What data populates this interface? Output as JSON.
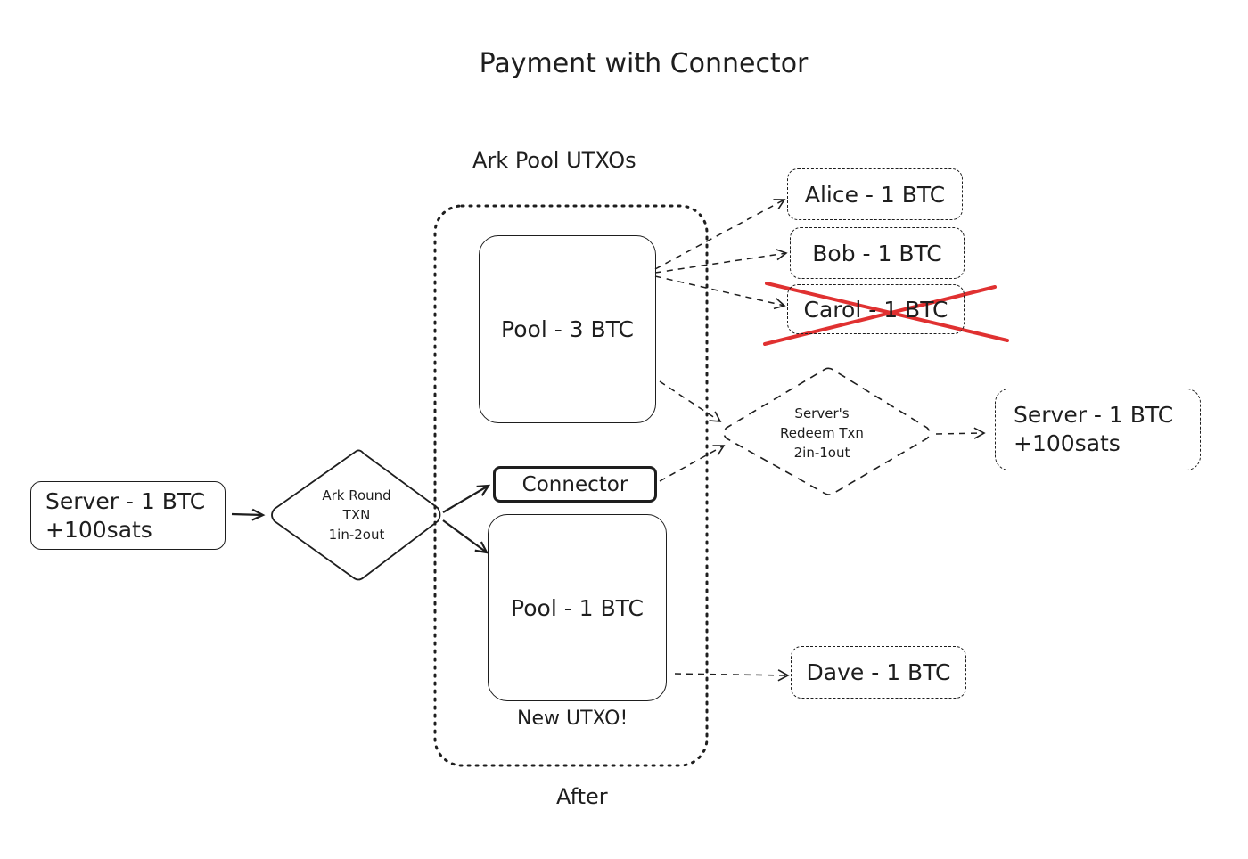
{
  "title": "Payment with Connector",
  "group": {
    "label": "Ark Pool UTXOs",
    "footer": "After"
  },
  "nodes": {
    "server_in": {
      "line1": "Server - 1 BTC",
      "line2": "+100sats"
    },
    "ark_round": {
      "line1": "Ark Round",
      "line2": "TXN",
      "line3": "1in-2out"
    },
    "pool_3": {
      "label": "Pool - 3 BTC"
    },
    "connector": {
      "label": "Connector"
    },
    "pool_1": {
      "label": "Pool - 1 BTC",
      "caption": "New UTXO!"
    },
    "alice": {
      "label": "Alice - 1 BTC"
    },
    "bob": {
      "label": "Bob - 1 BTC"
    },
    "carol": {
      "label": "Carol - 1 BTC"
    },
    "redeem": {
      "line1": "Server's",
      "line2": "Redeem Txn",
      "line3": "2in-1out"
    },
    "server_out": {
      "line1": "Server - 1 BTC",
      "line2": "+100sats"
    },
    "dave": {
      "label": "Dave - 1 BTC"
    }
  },
  "colors": {
    "stroke": "#1e1e1e",
    "cross": "#e03131",
    "background": "#ffffff"
  }
}
